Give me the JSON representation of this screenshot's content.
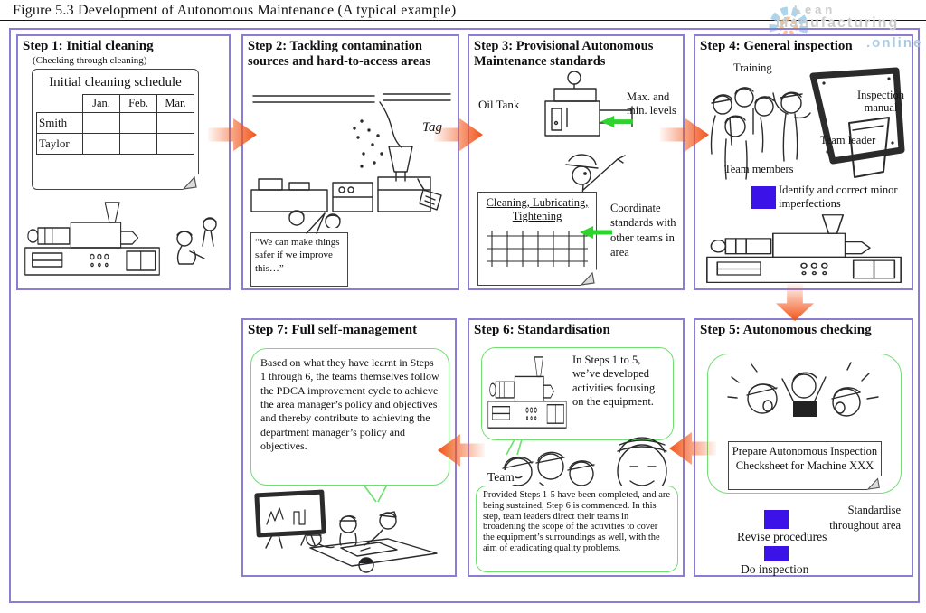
{
  "figure": {
    "caption": "Figure 5.3  Development of Autonomous Maintenance (A typical example)"
  },
  "watermark": {
    "line1": "Lean",
    "line2": "Manufacturing",
    "line3": ".online"
  },
  "colors": {
    "box_border": "#8b7ed2",
    "arrow_orange": "#f2541a",
    "green_line": "#2ed32e",
    "bubble_green": "#6fe06f",
    "blue_square": "#3b12e8",
    "watermark_gray": "#cccccc",
    "watermark_blue": "#aacbe4",
    "watermark_gear_blue": "#8ec8e8",
    "watermark_gear_orange": "#f2b06e"
  },
  "steps": {
    "step1": {
      "title": "Step 1: Initial cleaning",
      "subtitle": "(Checking through cleaning)",
      "schedule": {
        "heading": "Initial cleaning schedule",
        "columns": [
          "",
          "Jan.",
          "Feb.",
          "Mar."
        ],
        "rows": [
          "Smith",
          "Taylor"
        ]
      }
    },
    "step2": {
      "title": "Step 2: Tackling contamination sources and hard-to-access areas",
      "tag_label": "Tag",
      "speech": "“We can make things  safer if we improve this…”"
    },
    "step3": {
      "title": "Step 3: Provisional Autonomous Maintenance standards",
      "oil_tank_label": "Oil Tank",
      "max_min_label": "Max. and min. levels",
      "card_line1": "Cleaning, Lubricating,",
      "card_line2": "Tightening",
      "coordinate_label": "Coordinate standards with other teams in area"
    },
    "step4": {
      "title": "Step 4: General inspection",
      "training_label": "Training",
      "inspection_manual_label": "Inspection manual",
      "team_leader_label": "Team leader",
      "team_members_label": "Team members",
      "identify_label": "Identify and correct minor imperfections"
    },
    "step5": {
      "title": "Step 5: Autonomous checking",
      "checksheet_note": "Prepare Autonomous Inspection Checksheet for Machine XXX",
      "standardise_label": "Standardise throughout area",
      "revise_label": "Revise procedures",
      "do_inspection_label": "Do inspection"
    },
    "step6": {
      "title": "Step 6: Standardisation",
      "bubble_top": "In Steps 1 to 5, we’ve developed activities focusing on the equipment.",
      "team_label": "Team",
      "bubble_bottom": "Provided Steps 1-5 have been completed, and are being sustained, Step 6 is commenced. In this step, team leaders direct their  teams in broadening the scope of the activities to cover the equipment’s surroundings as well, with the aim of eradicating quality problems."
    },
    "step7": {
      "title": "Step 7: Full self-management",
      "bubble": "Based on what they have learnt in Steps 1 through 6, the teams themselves follow the PDCA improvement cycle to achieve the area manager’s policy and objectives and thereby contribute to achieving the department manager’s policy and objectives."
    }
  }
}
